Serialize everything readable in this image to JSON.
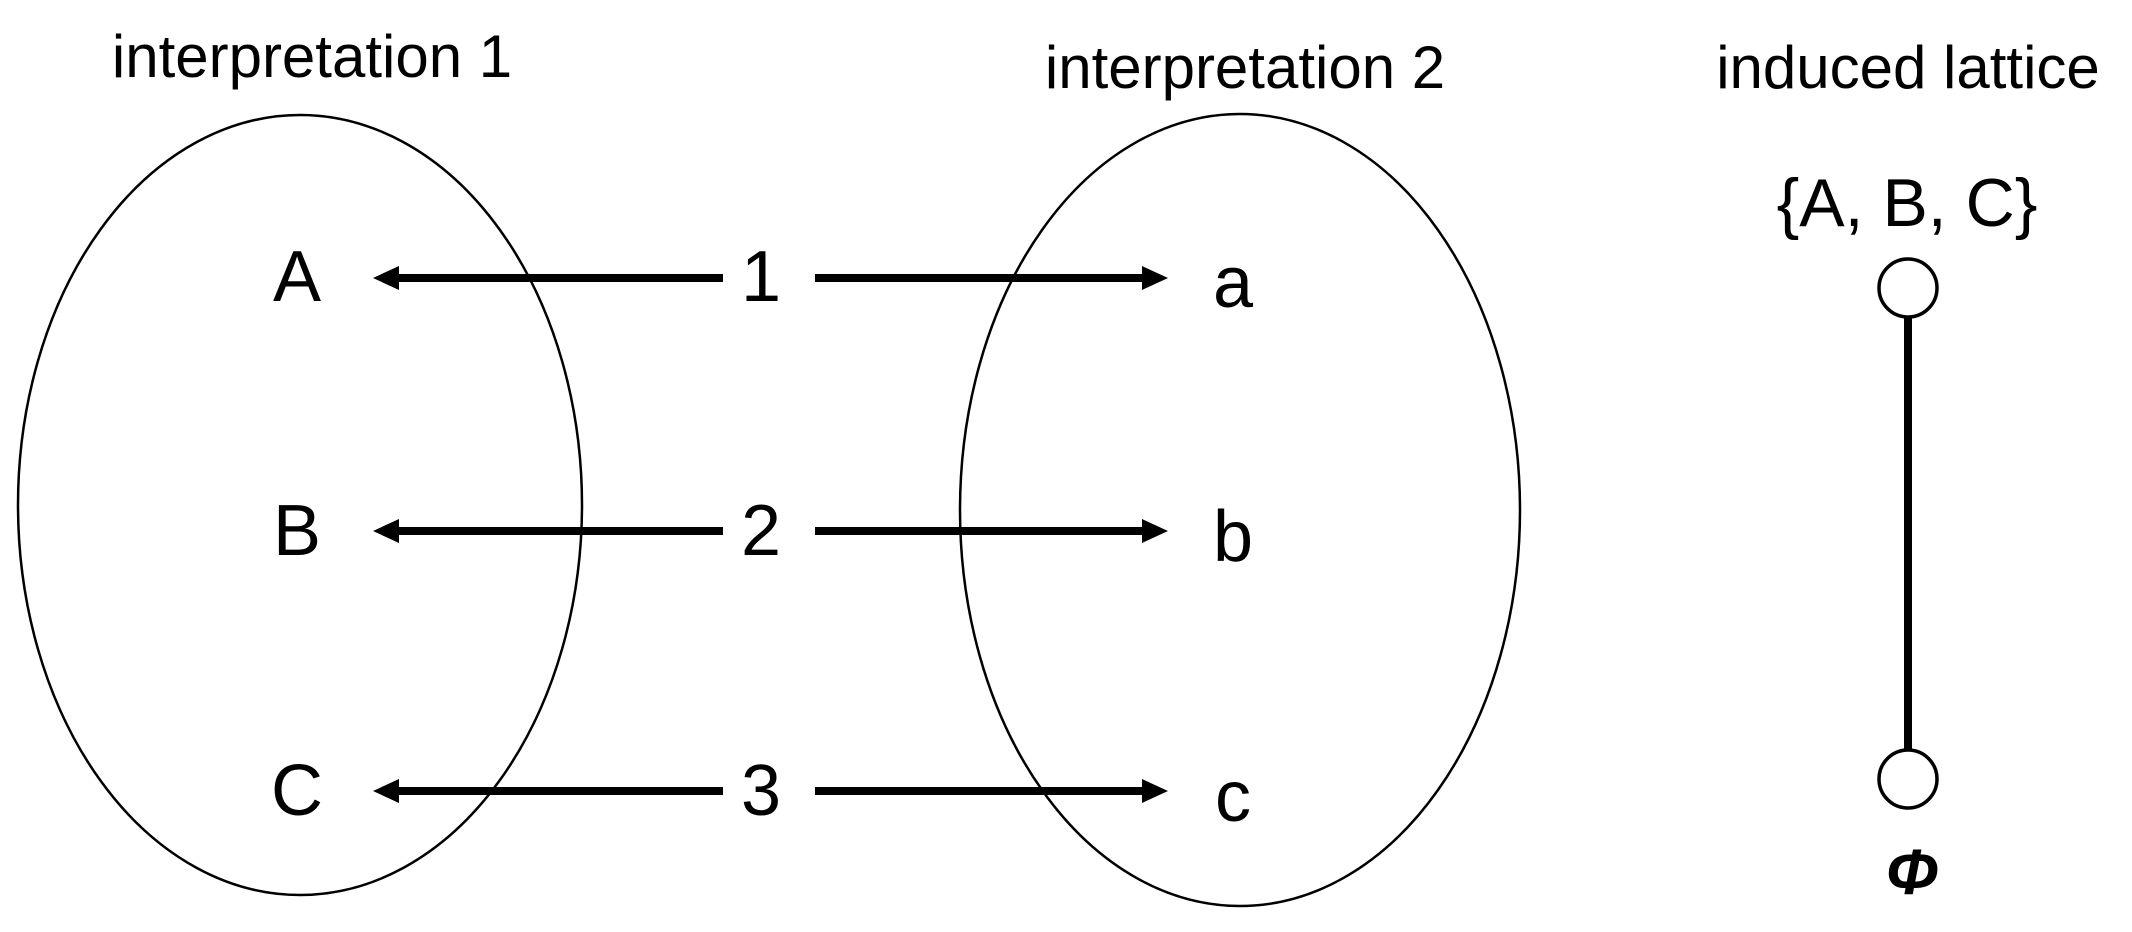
{
  "interpretation1": {
    "title": "interpretation 1"
  },
  "interpretation2": {
    "title": "interpretation 2"
  },
  "rows": [
    {
      "left": "A",
      "number": "1",
      "right": "a"
    },
    {
      "left": "B",
      "number": "2",
      "right": "b"
    },
    {
      "left": "C",
      "number": "3",
      "right": "c"
    }
  ],
  "lattice": {
    "title": "induced lattice",
    "top_label": "{A, B, C}",
    "bottom_label": "Φ"
  },
  "colors": {
    "foreground": "#000000",
    "background": "#ffffff"
  }
}
